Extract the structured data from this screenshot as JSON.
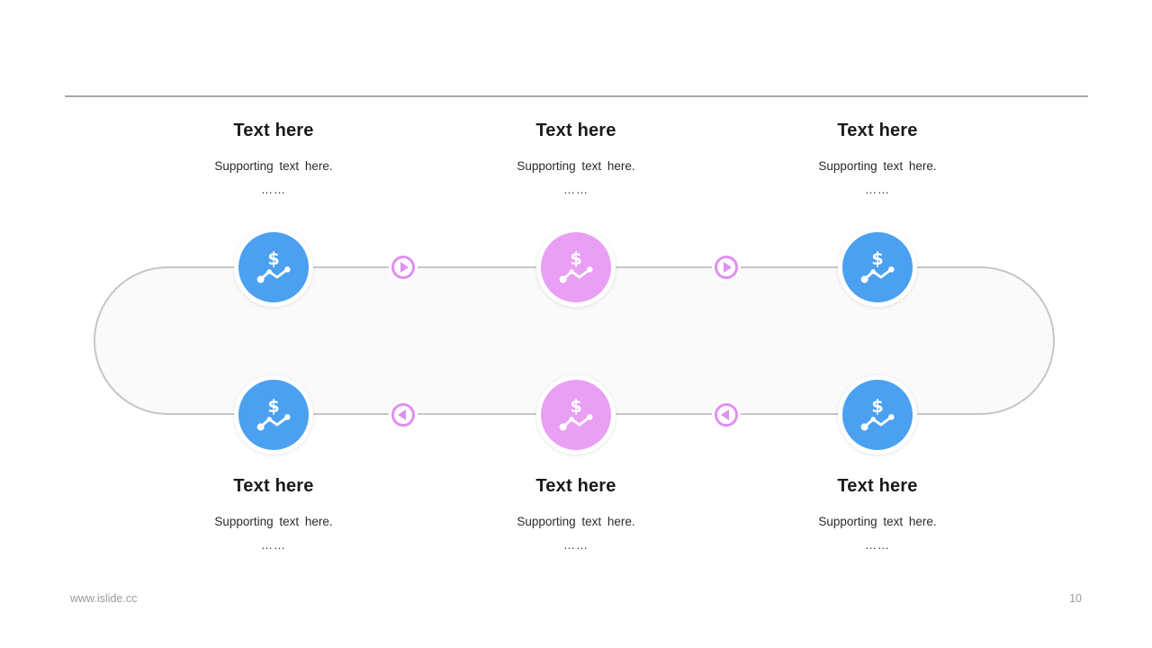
{
  "colors": {
    "blue": "#4ba1f0",
    "pink": "#e89ff4",
    "arrow": "#e08ff2",
    "track_border": "#c6c6c6",
    "track_fill": "#fbfbfb",
    "divider": "#a8a8a8",
    "heading": "#1a1a1a",
    "body_text": "#2b2b2b",
    "footer": "#9a9a9a"
  },
  "blocks": {
    "top": [
      {
        "title": "Text here",
        "supporting": "Supporting text here.",
        "ellipsis": "……"
      },
      {
        "title": "Text here",
        "supporting": "Supporting text here.",
        "ellipsis": "……"
      },
      {
        "title": "Text here",
        "supporting": "Supporting text here.",
        "ellipsis": "……"
      }
    ],
    "bottom": [
      {
        "title": "Text here",
        "supporting": "Supporting text here.",
        "ellipsis": "……"
      },
      {
        "title": "Text here",
        "supporting": "Supporting text here.",
        "ellipsis": "……"
      },
      {
        "title": "Text here",
        "supporting": "Supporting text here.",
        "ellipsis": "……"
      }
    ]
  },
  "diagram": {
    "top_nodes": [
      {
        "icon": "dollar-trend",
        "color": "blue"
      },
      {
        "icon": "dollar-trend",
        "color": "pink"
      },
      {
        "icon": "dollar-trend",
        "color": "blue"
      }
    ],
    "bottom_nodes": [
      {
        "icon": "dollar-trend",
        "color": "blue"
      },
      {
        "icon": "dollar-trend",
        "color": "pink"
      },
      {
        "icon": "dollar-trend",
        "color": "blue"
      }
    ],
    "top_arrows": [
      {
        "icon": "play-circle",
        "direction": "right"
      },
      {
        "icon": "play-circle",
        "direction": "right"
      }
    ],
    "bottom_arrows": [
      {
        "icon": "play-circle",
        "direction": "left"
      },
      {
        "icon": "play-circle",
        "direction": "left"
      }
    ]
  },
  "footer": {
    "website": "www.islide.cc",
    "page_number": "10"
  }
}
